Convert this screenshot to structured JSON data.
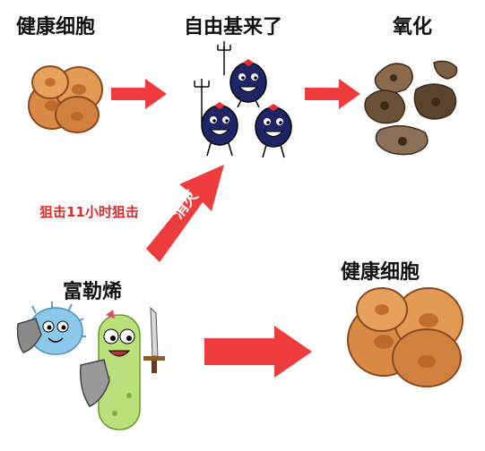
{
  "labels": {
    "healthy_cell_top": "健康细胞",
    "free_radicals": "自由基来了",
    "oxidation": "氧化",
    "hunt_text": "狙击11小时狙击",
    "destroy": "消灭",
    "fullerene": "富勒烯",
    "healthy_cell_bottom": "健康细胞"
  },
  "colors": {
    "arrow_red": "#ee3b3b",
    "cell_orange": "#d98a47",
    "radical_navy": "#1e2466",
    "oxidized_brown": "#6b5137",
    "fullerene_blue": "#8cc8ea",
    "fullerene_green": "#b9e07a"
  }
}
